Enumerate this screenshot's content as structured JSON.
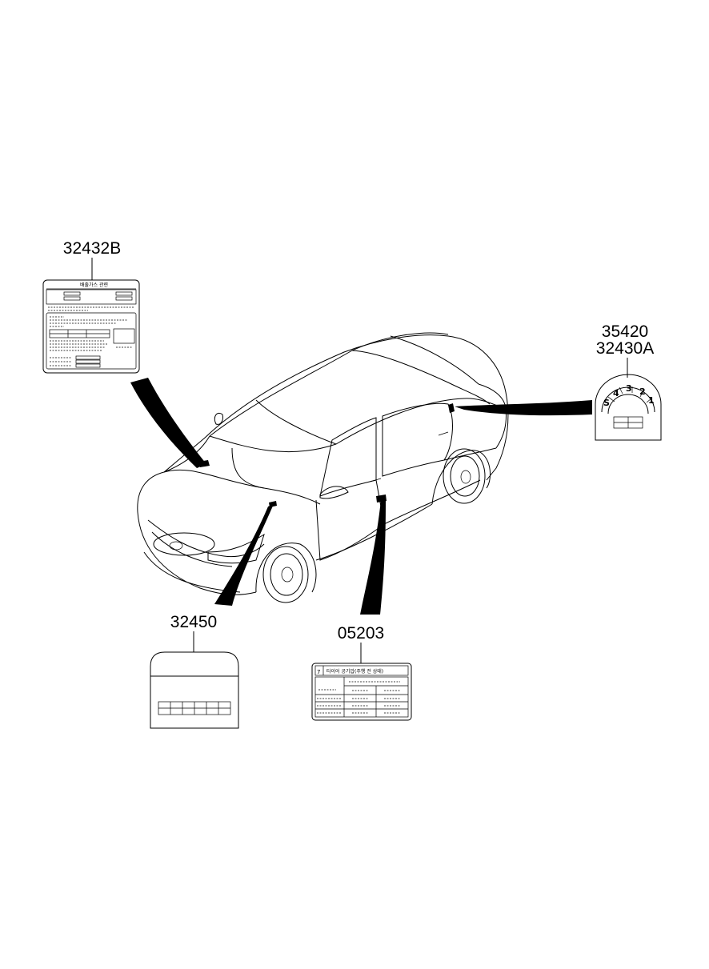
{
  "parts": [
    {
      "id": "p32432b",
      "numbers": [
        "32432B"
      ]
    },
    {
      "id": "p35420",
      "numbers": [
        "35420",
        "32430A"
      ]
    },
    {
      "id": "p32450",
      "numbers": [
        "32450"
      ]
    },
    {
      "id": "p05203",
      "numbers": [
        "05203"
      ]
    }
  ],
  "dial": {
    "marks": [
      "S",
      "4",
      "3",
      "2",
      "1"
    ]
  },
  "tire_label": {
    "index": "7",
    "title": "타이어 공기압(주행 전 상태)"
  },
  "emission_label": {
    "title": "배출가스 관련"
  }
}
